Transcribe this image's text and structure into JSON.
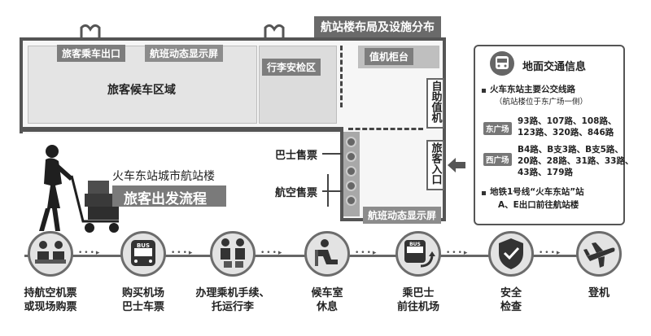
{
  "plan": {
    "title": "航站楼布局及设施分布",
    "waiting_area": "旅客候车区域",
    "passenger_exit": "旅客乘车出口",
    "flight_display_top": "航班动态显示屏",
    "luggage_check": "行李安检区",
    "checkin_counter": "值机柜台",
    "self_checkin": "自助值机",
    "passenger_entrance": "旅客入口",
    "bus_ticket": "巴士售票",
    "air_ticket": "航空售票",
    "flight_display_bottom": "航班动态显示屏"
  },
  "hero": {
    "subtitle": "火车东站城市航站楼",
    "title": "旅客出发流程"
  },
  "info": {
    "title": "地面交通信息",
    "bus_heading": "火车东站主要公交线路",
    "bus_note": "（航站楼位于东广场一侧）",
    "east_label": "东广场",
    "east_lines_1": "93路、107路、108路、",
    "east_lines_2": "123路、320路、846路",
    "west_label": "西广场",
    "west_lines_1": "B4路、B支3路、B支5路、",
    "west_lines_2": "20路、28路、31路、33路、",
    "west_lines_3": "43路、179路",
    "metro_1": "地铁1号线“火车东站”站",
    "metro_2": "A、E出口前往航站楼"
  },
  "steps": [
    {
      "line1": "持航空机票",
      "line2": "或现场购票"
    },
    {
      "line1": "购买机场",
      "line2": "巴士车票"
    },
    {
      "line1": "办理乘机手续、",
      "line2": "托运行李"
    },
    {
      "line1": "候车室",
      "line2": "休息"
    },
    {
      "line1": "乘巴士",
      "line2": "前往机场"
    },
    {
      "line1": "安全",
      "line2": "检查"
    },
    {
      "line1": "登机",
      "line2": ""
    }
  ],
  "icons": {
    "bus_text": "BUS"
  }
}
